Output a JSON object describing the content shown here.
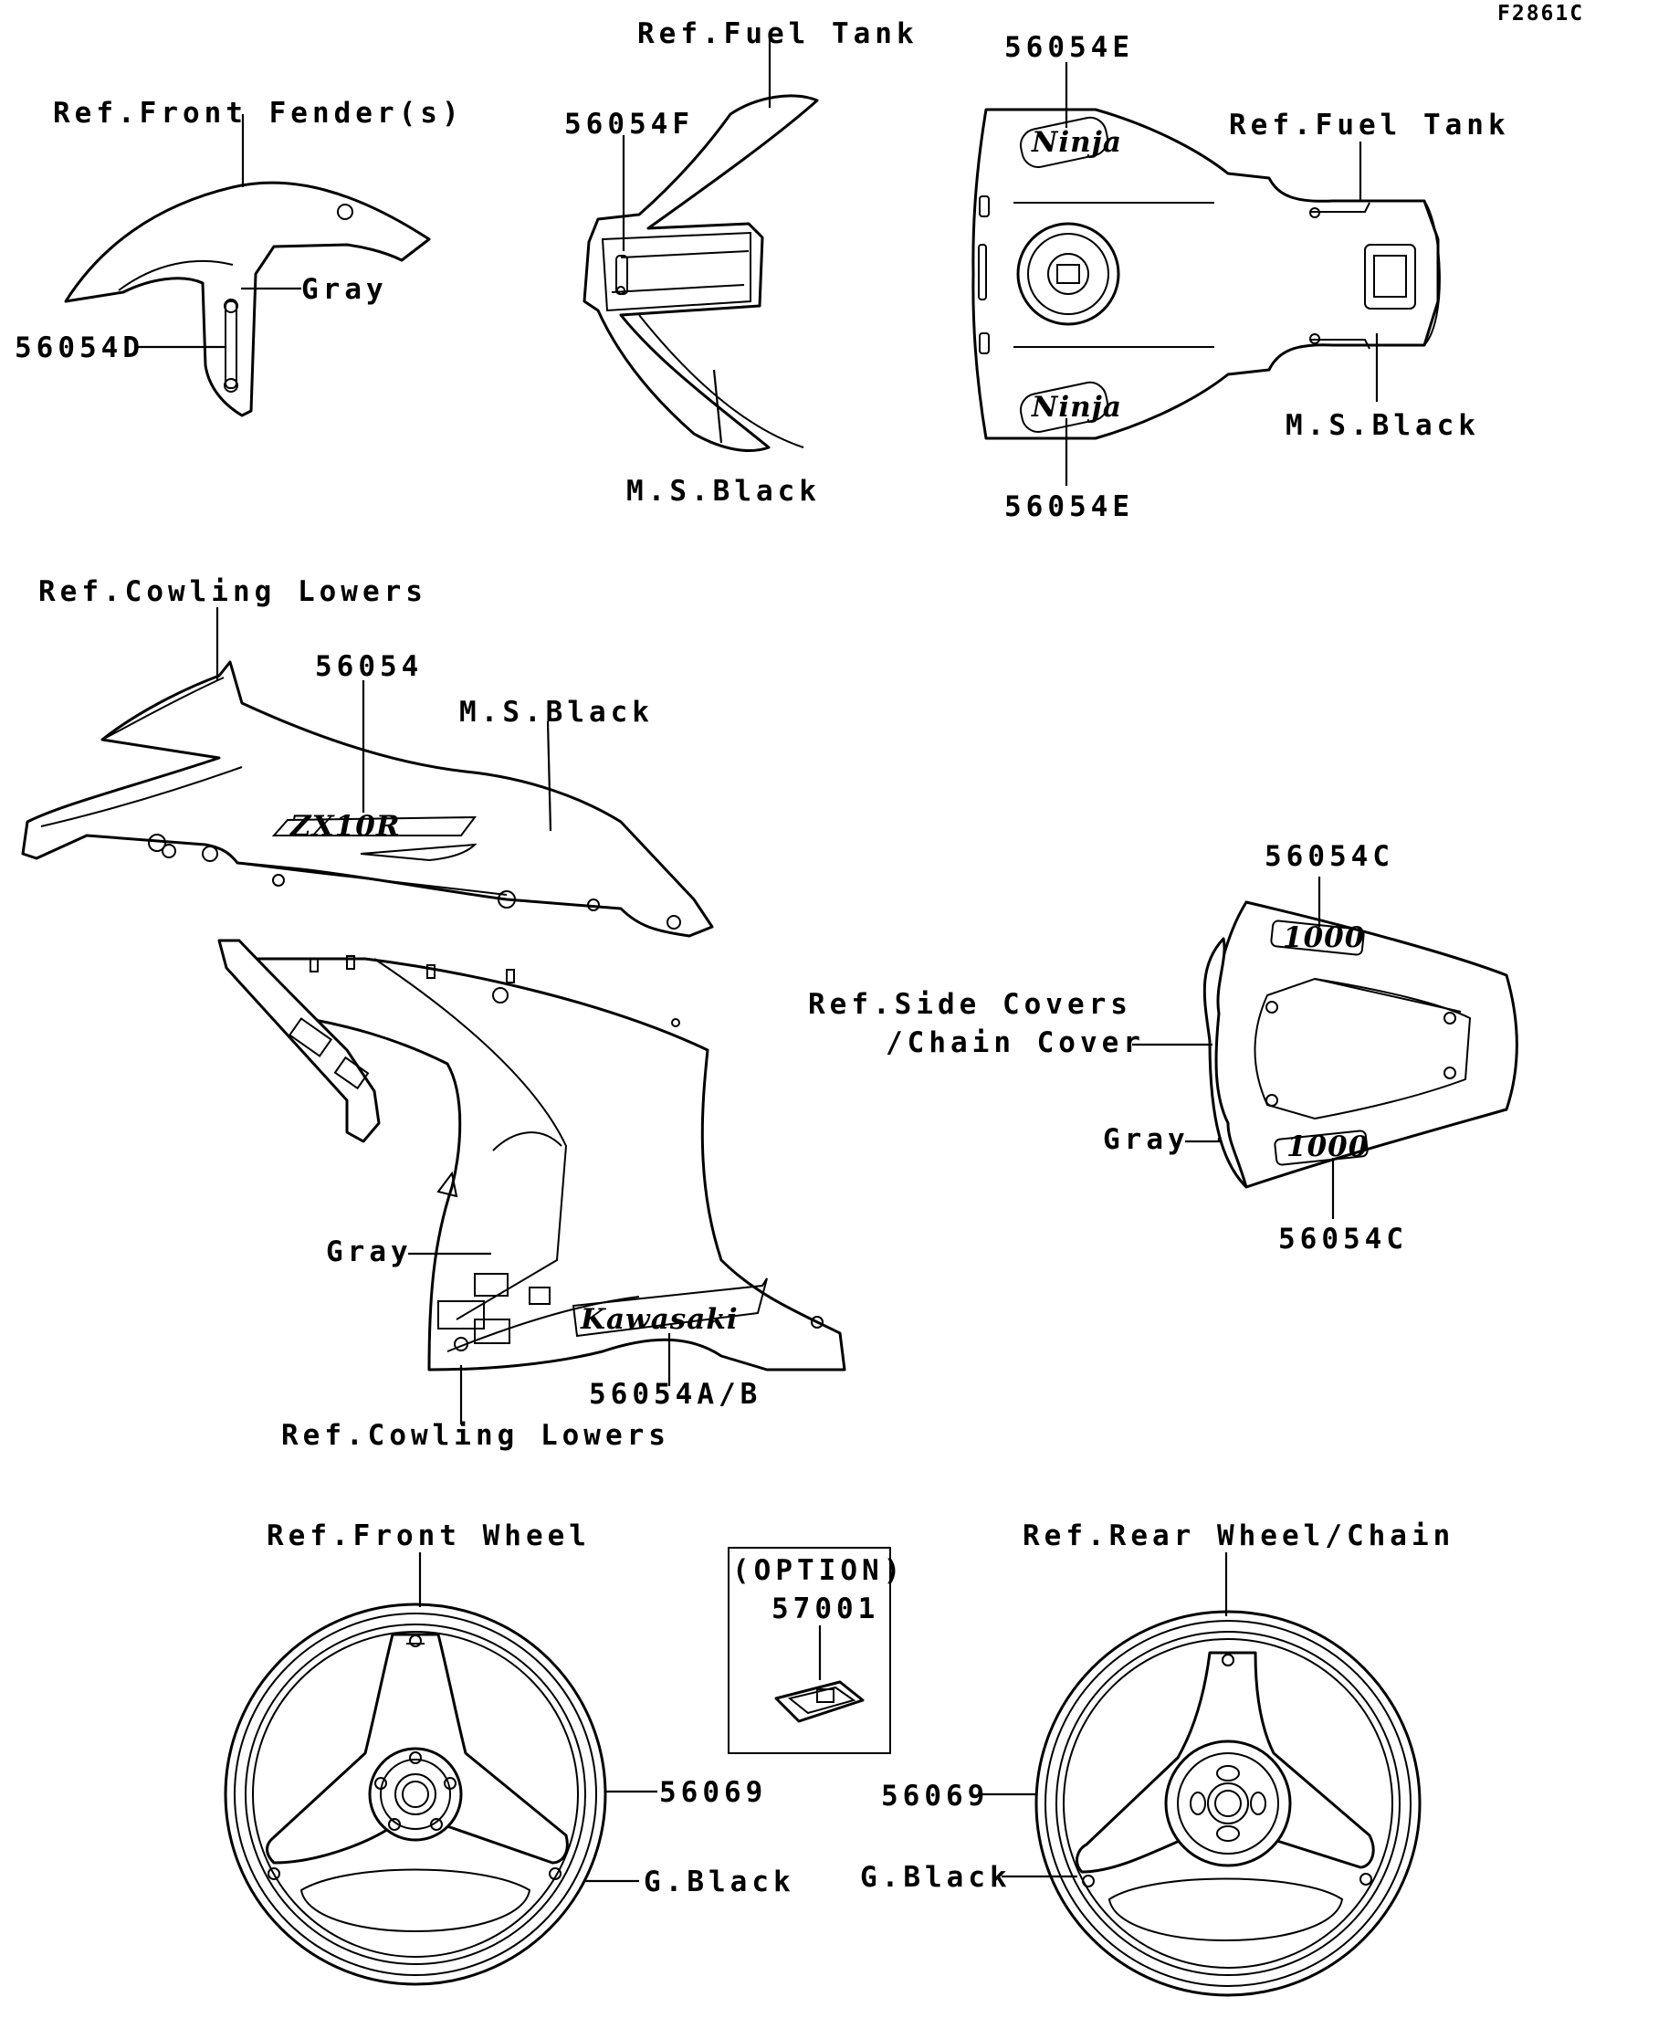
{
  "diagram_code": "F2861C",
  "labels": {
    "front_fender_ref": "Ref.Front Fender(s)",
    "front_fender_color": "Gray",
    "front_fender_part": "56054D",
    "fuel_tank_ref_1": "Ref.Fuel Tank",
    "tank_front_part": "56054F",
    "tank_front_color": "M.S.Black",
    "tank_top_part_top": "56054E",
    "fuel_tank_ref_2": "Ref.Fuel Tank",
    "tank_top_color": "M.S.Black",
    "tank_top_part_bottom": "56054E",
    "cowling_ref_top": "Ref.Cowling Lowers",
    "cowling_upper_part": "56054",
    "cowling_upper_color": "M.S.Black",
    "side_cover_part_top": "56054C",
    "side_cover_ref_line1": "Ref.Side Covers",
    "side_cover_ref_line2": "/Chain Cover",
    "side_cover_color": "Gray",
    "side_cover_part_bottom": "56054C",
    "cowling_lower_color": "Gray",
    "cowling_lower_part": "56054A/B",
    "cowling_ref_bottom": "Ref.Cowling Lowers",
    "front_wheel_ref": "Ref.Front Wheel",
    "front_wheel_part": "56069",
    "front_wheel_color": "G.Black",
    "option_title": "(OPTION)",
    "option_part": "57001",
    "rear_wheel_ref": "Ref.Rear Wheel/Chain",
    "rear_wheel_part": "56069",
    "rear_wheel_color": "G.Black"
  },
  "decal_text": {
    "ninja": "Ninja",
    "zx10r": "ZX10R",
    "kawasaki": "Kawasaki",
    "thousand": "1000"
  }
}
